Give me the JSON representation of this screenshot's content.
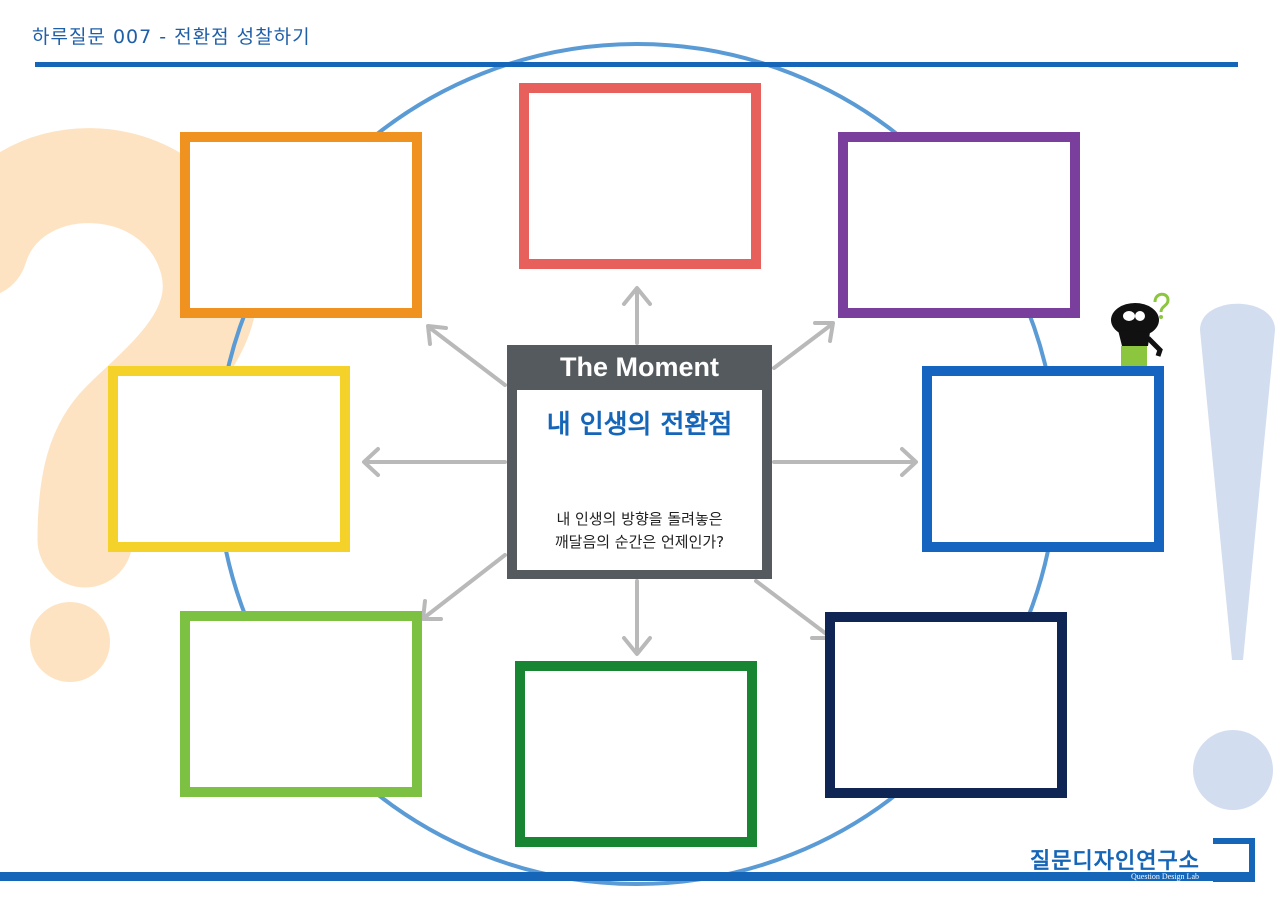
{
  "header": {
    "title": "하루질문 007 - 전환점 성찰하기"
  },
  "center": {
    "header": "The Moment",
    "heading": "내 인생의 전환점",
    "question_line1": "내 인생의 방향을 돌려놓은",
    "question_line2": "깨달음의 순간은 언제인가?"
  },
  "boxes": [
    {
      "id": "top",
      "color": "#e8605c"
    },
    {
      "id": "top-right",
      "color": "#7a3f9d"
    },
    {
      "id": "right",
      "color": "#1565c0"
    },
    {
      "id": "bottom-right",
      "color": "#0f2554"
    },
    {
      "id": "bottom",
      "color": "#188533"
    },
    {
      "id": "bottom-left",
      "color": "#7dc142"
    },
    {
      "id": "left",
      "color": "#f4d22a"
    },
    {
      "id": "top-left",
      "color": "#f0921f"
    }
  ],
  "colors": {
    "accent": "#1565b8",
    "center_card": "#555a5f",
    "ring": "#5b9bd5",
    "question_mark": "#fde3c2",
    "exclamation_mark": "#d2ddef"
  },
  "footer": {
    "brand": "질문디자인연구소",
    "brand_subtitle": "Question Design Lab"
  },
  "icons": [
    "question-mark-icon",
    "exclamation-mark-icon",
    "thinking-character-icon",
    "arrow-icon"
  ]
}
